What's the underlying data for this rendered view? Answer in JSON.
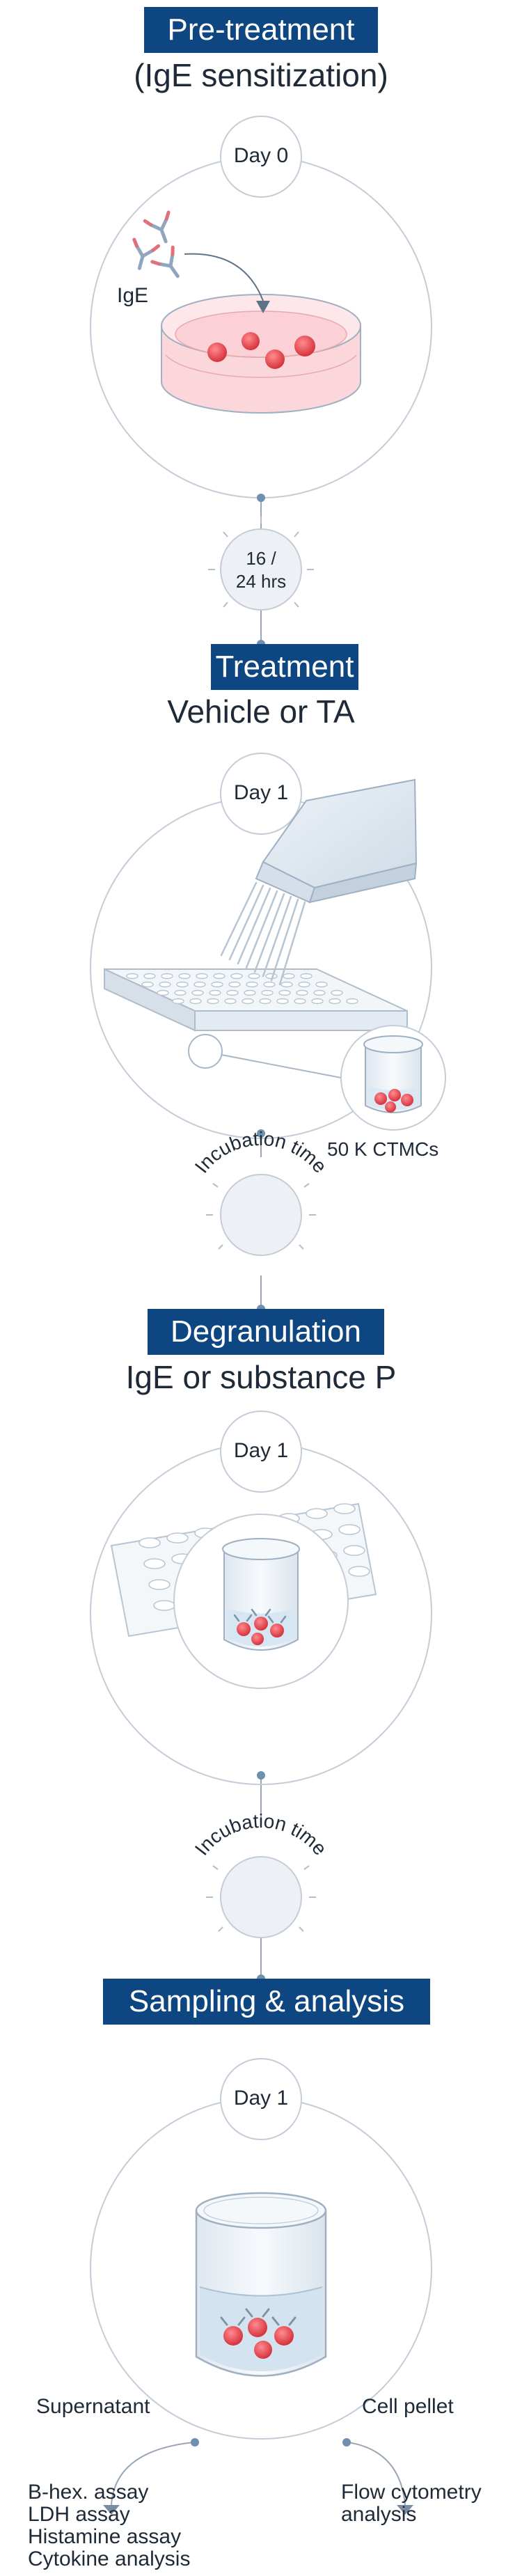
{
  "steps": [
    {
      "title": "Pre-treatment",
      "subtitle": "(IgE sensitization)",
      "day": "Day 0"
    },
    {
      "title": "Treatment",
      "subtitle": "Vehicle or TA",
      "day": "Day 1"
    },
    {
      "title": "Degranulation",
      "subtitle": "IgE or substance P",
      "day": "Day 1"
    },
    {
      "title": "Sampling & analysis",
      "subtitle": "",
      "day": "Day 1"
    }
  ],
  "labels": {
    "ige": "IgE",
    "interval_line1": "16 /",
    "interval_line2": "24 hrs",
    "ctmc": "50 K CTMCs",
    "incubation_1": "Incubation time",
    "incubation_2": "Incubation time",
    "supernatant": "Supernatant",
    "cell_pellet": "Cell pellet",
    "assays": [
      "B-hex. assay",
      "LDH assay",
      "Histamine assay",
      "Cytokine analysis"
    ],
    "flow_line1": "Flow cytometry",
    "flow_line2": "analysis"
  },
  "colors": {
    "banner": "#0d4680",
    "line": "#9aa6b4",
    "dot": "#6f8fae",
    "cell": "#e8464e",
    "dish": "#fbd8dc"
  }
}
